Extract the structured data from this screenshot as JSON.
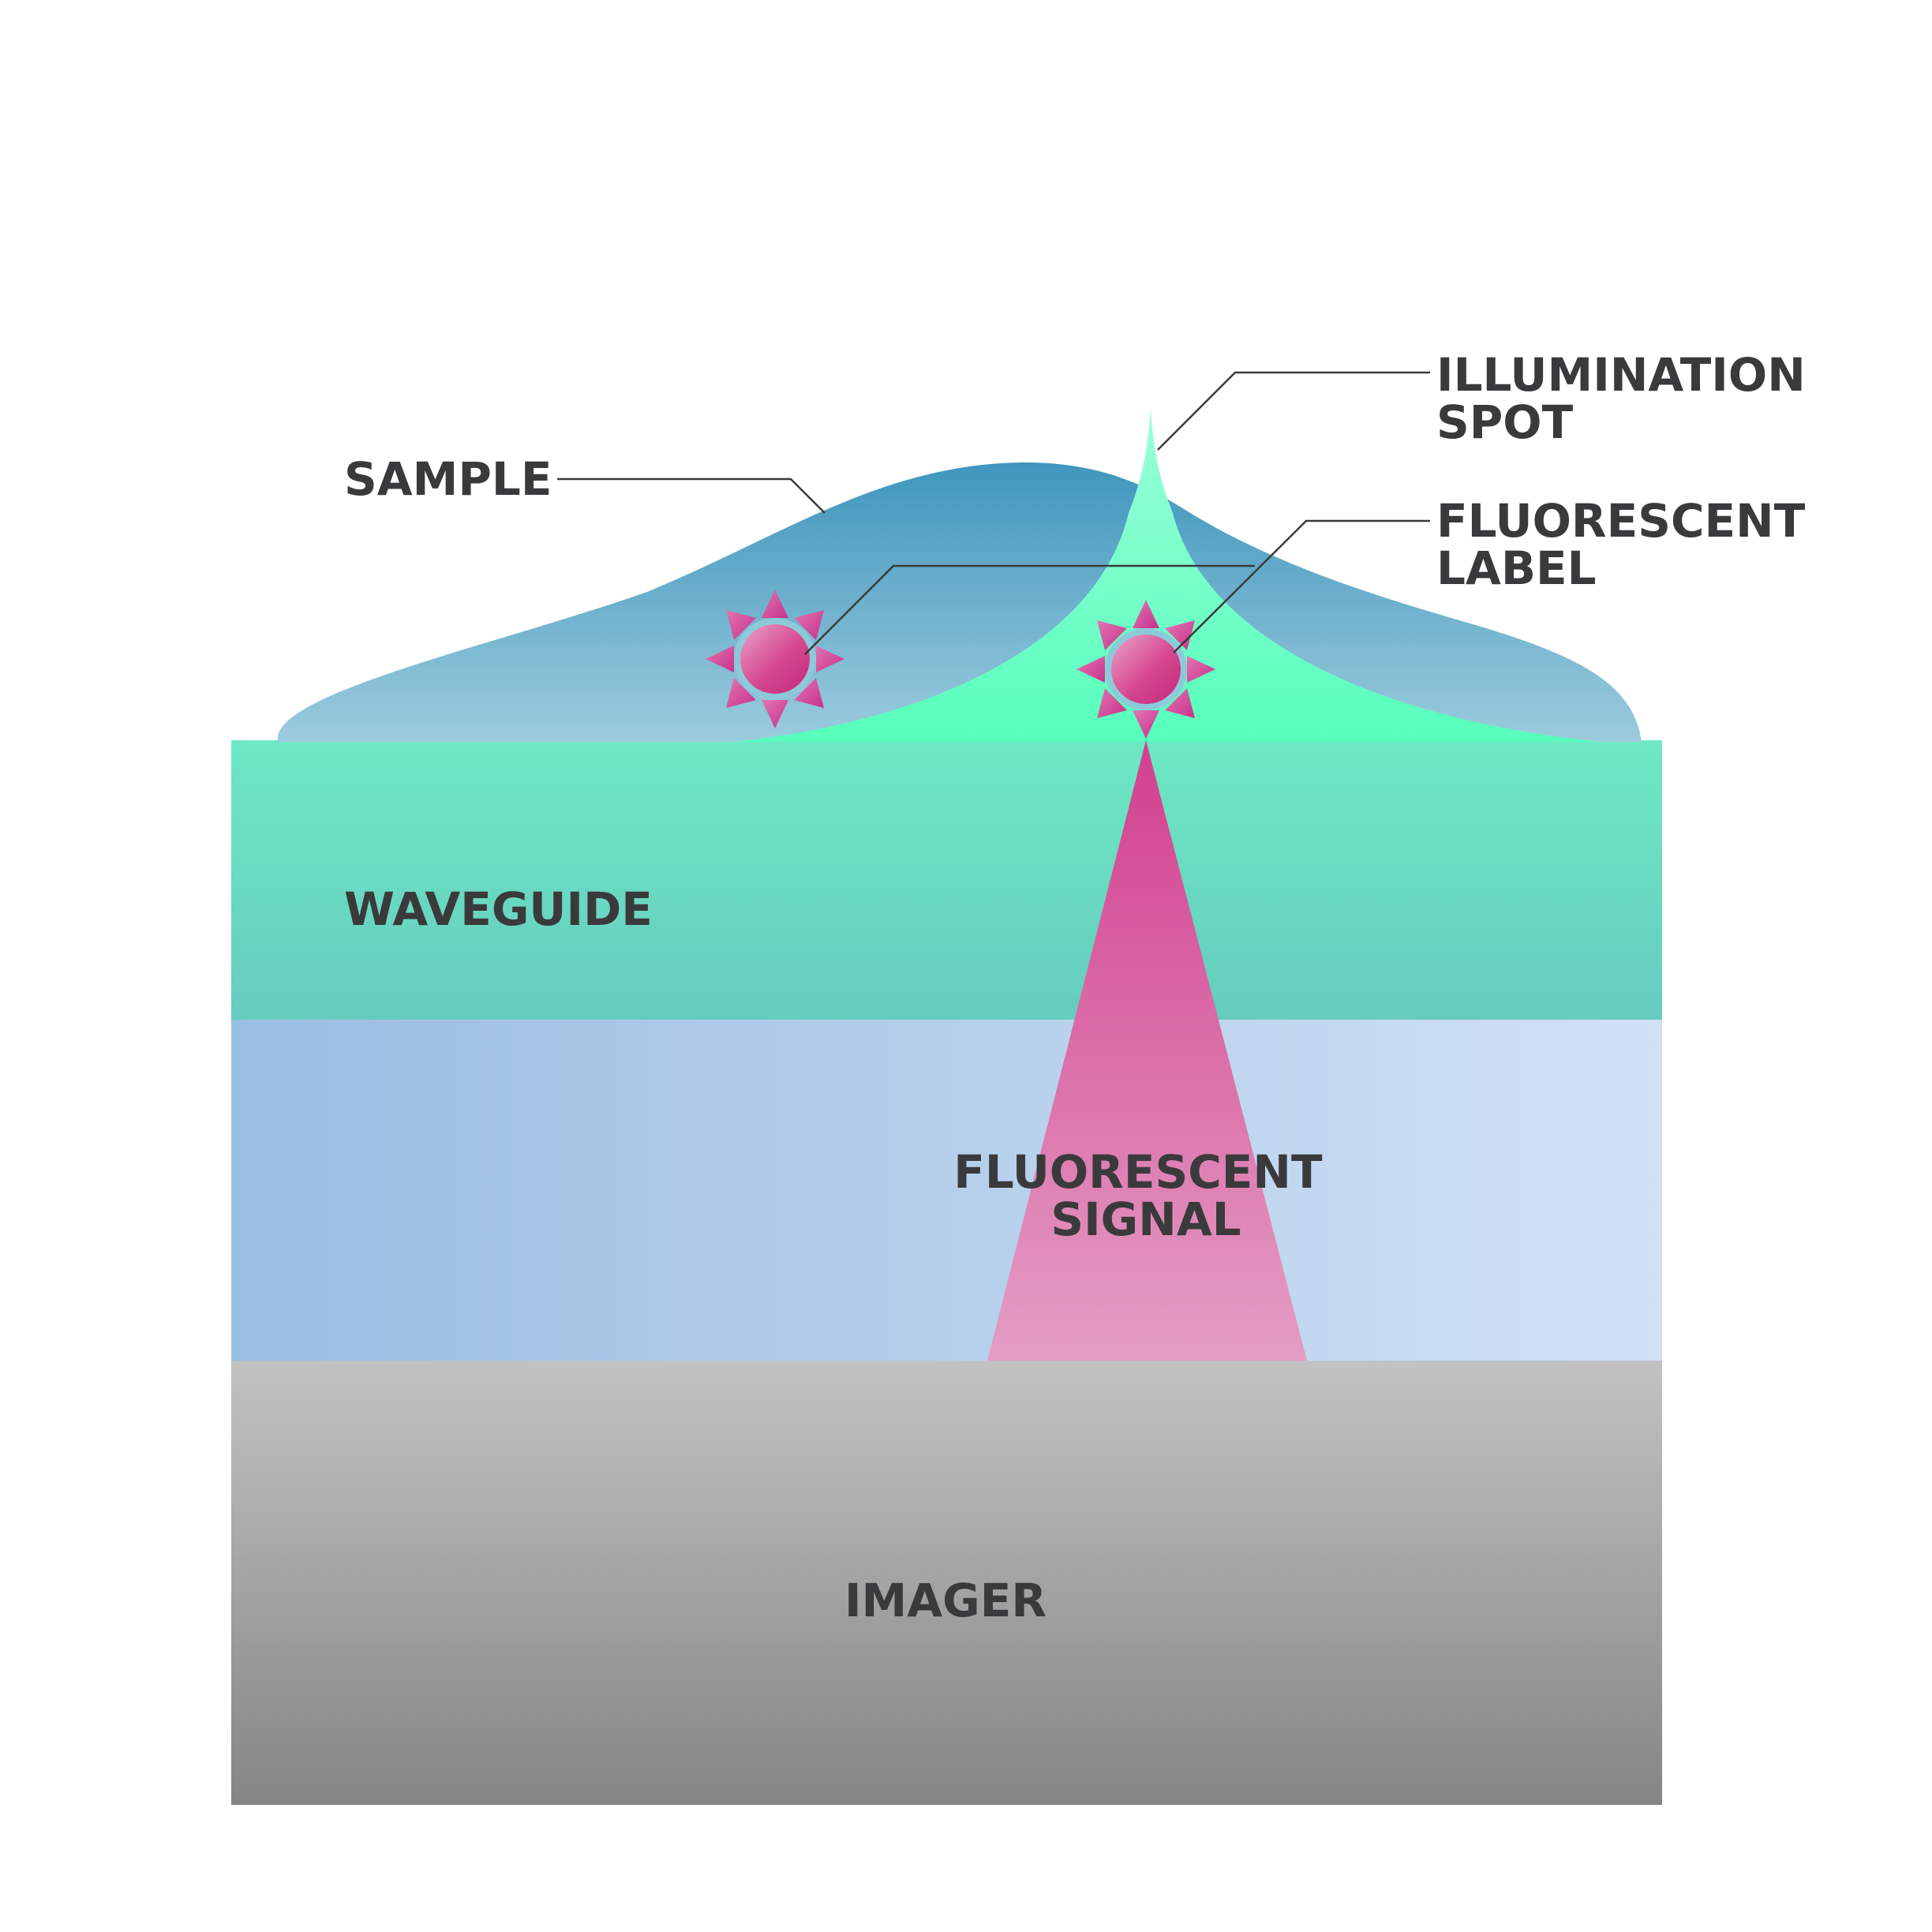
{
  "labels": {
    "sample": "SAMPLE",
    "illumination_spot": [
      "ILLUMINATION",
      "SPOT"
    ],
    "fluorescent_label": [
      "FLUORESCENT",
      "LABEL"
    ],
    "waveguide": "WAVEGUIDE",
    "fluorescent_signal": [
      "FLUORESCENT",
      "SIGNAL"
    ],
    "imager": "IMAGER"
  },
  "colors": {
    "text": "#3a3a3c",
    "sample_top": "#3f96bd",
    "sample_bottom": "#9ccbdd",
    "spot_top": "#9affd8",
    "spot_bottom": "#56ffbc",
    "waveguide_top": "#6ee8c4",
    "waveguide_bottom": "#66ccbf",
    "substrate_left": "#9abde2",
    "substrate_right": "#d0e1f4",
    "signal_top": "#d23f8e",
    "signal_bottom": "#e49dc4",
    "imager_top": "#c2c2c2",
    "imager_bottom": "#858585",
    "label_fill": "#d9489a",
    "label_ring": "#8ec9da"
  },
  "icons": [
    "fluorophore-star-icon",
    "fluorophore-star-icon"
  ]
}
